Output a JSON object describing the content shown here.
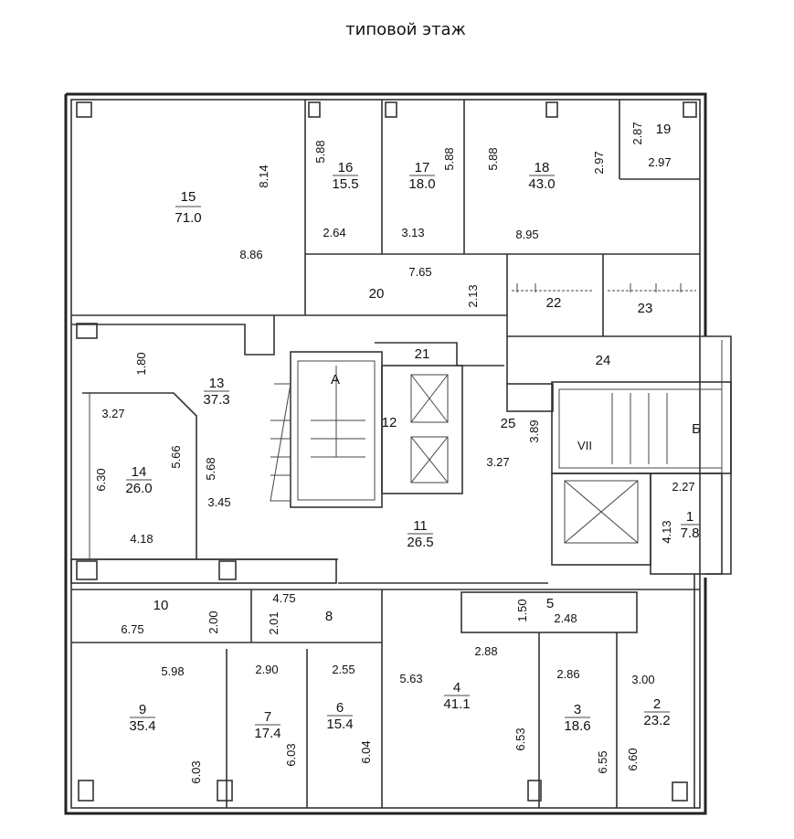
{
  "title": "типовой этаж",
  "stair_labels": {
    "a": "А",
    "b": "Б",
    "vii": "VII"
  },
  "rooms": [
    {
      "no": "15",
      "area": "71.0"
    },
    {
      "no": "16",
      "area": "15.5"
    },
    {
      "no": "17",
      "area": "18.0"
    },
    {
      "no": "18",
      "area": "43.0"
    },
    {
      "no": "19",
      "area": ""
    },
    {
      "no": "20",
      "area": ""
    },
    {
      "no": "21",
      "area": ""
    },
    {
      "no": "22",
      "area": ""
    },
    {
      "no": "23",
      "area": ""
    },
    {
      "no": "24",
      "area": ""
    },
    {
      "no": "25",
      "area": ""
    },
    {
      "no": "12",
      "area": ""
    },
    {
      "no": "13",
      "area": "37.3"
    },
    {
      "no": "14",
      "area": "26.0"
    },
    {
      "no": "11",
      "area": "26.5"
    },
    {
      "no": "1",
      "area": "7.8"
    },
    {
      "no": "10",
      "area": ""
    },
    {
      "no": "8",
      "area": ""
    },
    {
      "no": "5",
      "area": ""
    },
    {
      "no": "9",
      "area": "35.4"
    },
    {
      "no": "7",
      "area": "17.4"
    },
    {
      "no": "6",
      "area": "15.4"
    },
    {
      "no": "4",
      "area": "41.1"
    },
    {
      "no": "3",
      "area": "18.6"
    },
    {
      "no": "2",
      "area": "23.2"
    }
  ],
  "dimensions": [
    "8.14",
    "8.86",
    "5.88",
    "2.64",
    "3.13",
    "5.88",
    "5.88",
    "8.95",
    "2.97",
    "2.87",
    "2.97",
    "7.65",
    "2.13",
    "1.80",
    "3.27",
    "5.66",
    "5.68",
    "6.30",
    "3.45",
    "4.18",
    "3.89",
    "3.27",
    "2.27",
    "4.13",
    "4.75",
    "2.00",
    "2.01",
    "6.75",
    "1.50",
    "2.48",
    "5.98",
    "2.90",
    "2.55",
    "5.63",
    "2.88",
    "2.86",
    "3.00",
    "6.03",
    "6.03",
    "6.04",
    "6.53",
    "6.55",
    "6.60"
  ]
}
